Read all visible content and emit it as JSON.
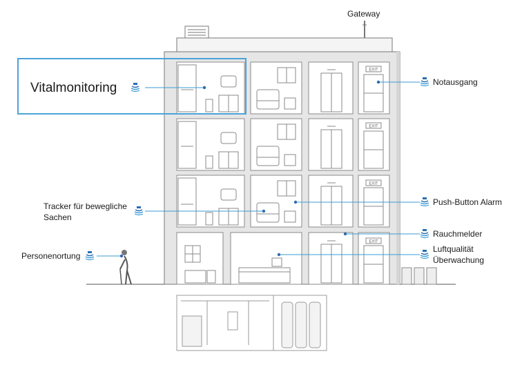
{
  "labels": {
    "gateway": "Gateway",
    "vital": "Vitalmonitoring",
    "notausgang": "Notausgang",
    "tracker_line1": "Tracker für bewegliche",
    "tracker_line2": "Sachen",
    "push_button": "Push-Button Alarm",
    "rauchmelder": "Rauchmelder",
    "personenortung": "Personenortung",
    "luft_line1": "Luftqualität",
    "luft_line2": "Überwachung"
  },
  "signs": {
    "exit": "EXIT"
  },
  "colors": {
    "accent": "#3a9bd5",
    "sensor": "#2b6cb0",
    "line_gray": "#9a9a9a",
    "wall_gray": "#e6e6e6",
    "highlight": "#4aa3d8"
  },
  "icons": [
    "sensor-icon",
    "person-icon",
    "trash-bin-icon",
    "antenna-icon"
  ]
}
